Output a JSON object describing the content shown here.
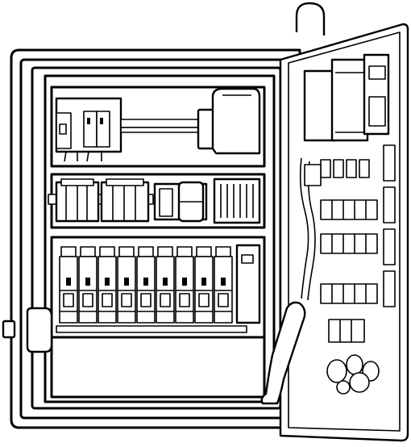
{
  "illustration": {
    "subject": "electrical-distribution-cabinet",
    "style": "black-line-art",
    "colors": {
      "line": "#000000",
      "fill": "#ffffff"
    },
    "door": {
      "state": "open"
    },
    "breaker_row": {
      "count": 9
    },
    "terminal_strip": {
      "count": 4
    }
  }
}
